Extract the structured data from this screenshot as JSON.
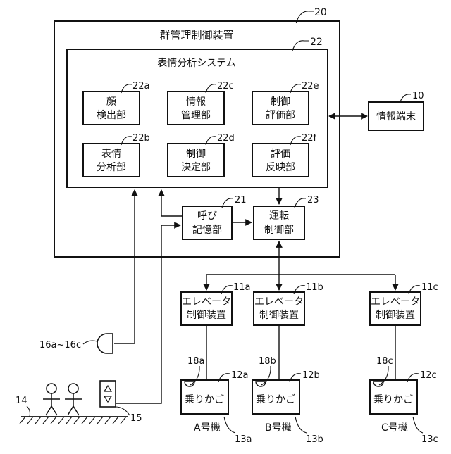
{
  "group_controller": {
    "title": "群管理制御装置",
    "ref": "20"
  },
  "analysis_system": {
    "title": "表情分析システム",
    "ref": "22"
  },
  "modules": [
    {
      "line1": "顔",
      "line2": "検出部",
      "ref": "22a"
    },
    {
      "line1": "情報",
      "line2": "管理部",
      "ref": "22c"
    },
    {
      "line1": "制御",
      "line2": "評価部",
      "ref": "22e"
    },
    {
      "line1": "表情",
      "line2": "分析部",
      "ref": "22b"
    },
    {
      "line1": "制御",
      "line2": "決定部",
      "ref": "22d"
    },
    {
      "line1": "評価",
      "line2": "反映部",
      "ref": "22f"
    }
  ],
  "info_terminal": {
    "label": "情報端末",
    "ref": "10"
  },
  "call_memory": {
    "line1": "呼び",
    "line2": "記憶部",
    "ref": "21"
  },
  "operation_control": {
    "line1": "運転",
    "line2": "制御部",
    "ref": "23"
  },
  "elevator_controllers": [
    {
      "line1": "エレベータ",
      "line2": "制御装置",
      "ref": "11a"
    },
    {
      "line1": "エレベータ",
      "line2": "制御装置",
      "ref": "11b"
    },
    {
      "line1": "エレベータ",
      "line2": "制御装置",
      "ref": "11c"
    }
  ],
  "cars": [
    {
      "label": "乗りかご",
      "car_ref": "12a",
      "camera_ref": "18a",
      "unit_label": "A号機",
      "unit_ref": "13a"
    },
    {
      "label": "乗りかご",
      "car_ref": "12b",
      "camera_ref": "18b",
      "unit_label": "B号機",
      "unit_ref": "13b"
    },
    {
      "label": "乗りかご",
      "car_ref": "12c",
      "camera_ref": "18c",
      "unit_label": "C号機",
      "unit_ref": "13c"
    }
  ],
  "hall_cameras": {
    "ref": "16a~16c"
  },
  "hall_button": {
    "ref": "15"
  },
  "floor": {
    "ref": "14"
  }
}
